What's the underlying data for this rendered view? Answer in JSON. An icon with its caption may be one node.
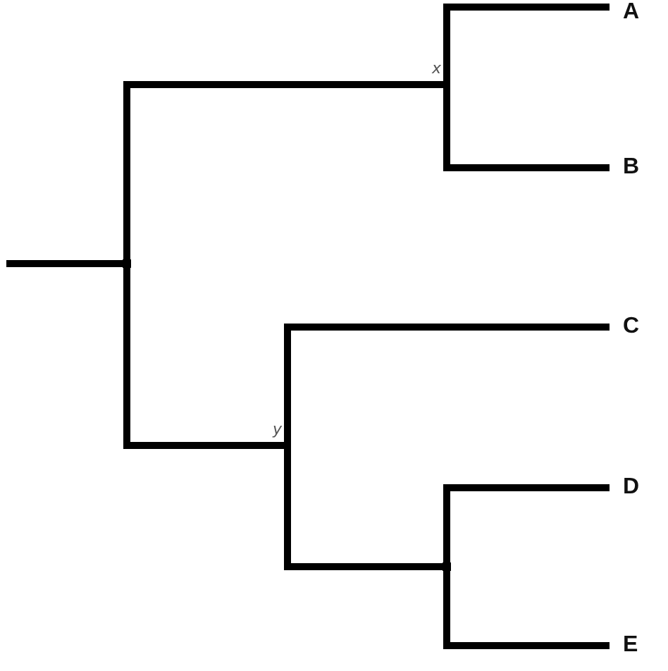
{
  "diagram": {
    "nodes": [
      {
        "text": [],
        "shape": "junction"
      },
      {
        "text": [
          "x"
        ]
      },
      {
        "text": [
          "A"
        ]
      },
      {
        "text": [
          "B"
        ]
      },
      {
        "text": [
          "y"
        ]
      },
      {
        "text": [
          "C"
        ]
      },
      {
        "text": [],
        "shape": "junction"
      },
      {
        "text": [
          "D"
        ]
      },
      {
        "text": [
          "E"
        ]
      }
    ],
    "edges": [
      {
        "from": null,
        "to": 0,
        "arrow": "none"
      },
      {
        "from": 0,
        "to": 1,
        "arrow": "none"
      },
      {
        "from": 1,
        "to": 2,
        "arrow": "none"
      },
      {
        "from": 1,
        "to": 3,
        "arrow": "none"
      },
      {
        "from": 0,
        "to": 4,
        "arrow": "none"
      },
      {
        "from": 4,
        "to": 5,
        "arrow": "none"
      },
      {
        "from": 4,
        "to": 6,
        "arrow": "none"
      },
      {
        "from": 6,
        "to": 7,
        "arrow": "none"
      },
      {
        "from": 6,
        "to": 8,
        "arrow": "none"
      }
    ]
  }
}
